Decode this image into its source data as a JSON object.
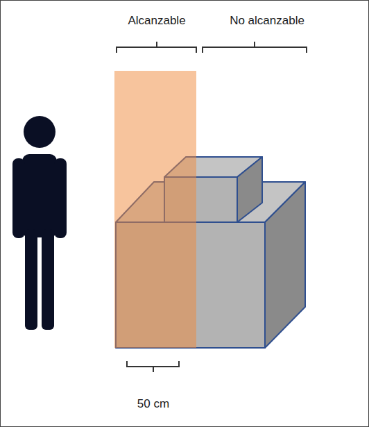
{
  "diagram": {
    "labels": [
      "Alcanzable",
      "No alcanzable",
      "50 cm"
    ]
  }
}
